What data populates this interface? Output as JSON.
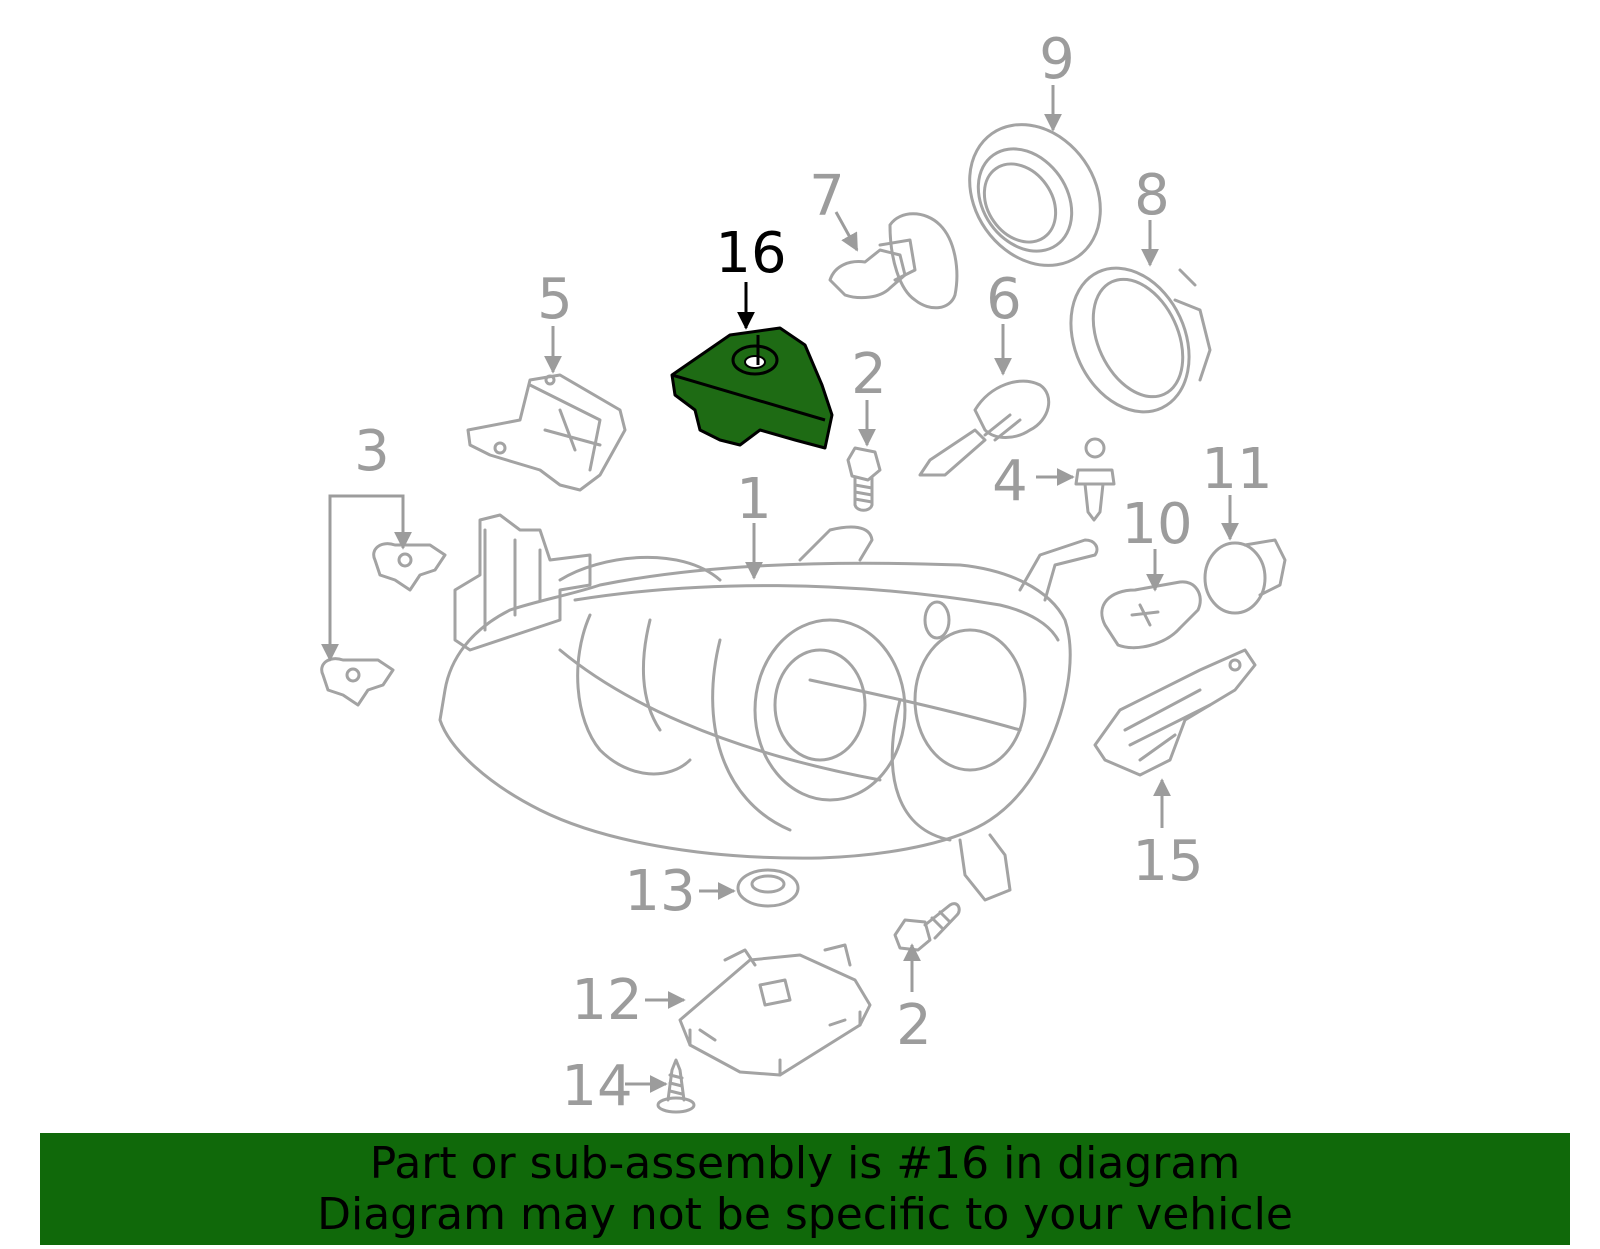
{
  "callouts": {
    "c1": "1",
    "c2a": "2",
    "c2b": "2",
    "c3": "3",
    "c4": "4",
    "c5": "5",
    "c6": "6",
    "c7": "7",
    "c8": "8",
    "c9": "9",
    "c10": "10",
    "c11": "11",
    "c12": "12",
    "c13": "13",
    "c14": "14",
    "c15": "15",
    "c16": "16"
  },
  "highlight": {
    "callout_key": "c16",
    "color": "#1e6b14"
  },
  "banner": {
    "line1": "Part or sub-assembly is #16 in diagram",
    "line2": "Diagram may not be specific to your vehicle",
    "color": "#10690a"
  }
}
